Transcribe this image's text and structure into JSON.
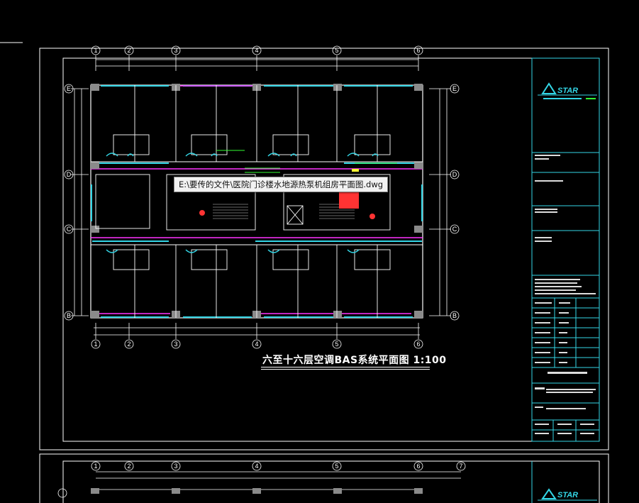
{
  "tooltip": {
    "path": "E:\\要传的文件\\医院门诊楼水地源热泵机组房平面图.dwg"
  },
  "drawing": {
    "title": "六至十六层空调BAS系统平面图 1:100",
    "logo": "STAR"
  },
  "grid_top": [
    "1",
    "2",
    "3",
    "4",
    "5",
    "6"
  ],
  "grid_bottom": [
    "1",
    "2",
    "3",
    "4",
    "5",
    "6"
  ],
  "grid_rows": [
    "E",
    "D",
    "C",
    "B"
  ],
  "second_sheet_grid": [
    "1",
    "2",
    "3",
    "4",
    "5",
    "6",
    "7"
  ],
  "colors": {
    "background": "#000000",
    "frame": "#ffffff",
    "cyan": "#33d6e6",
    "magenta": "#ff33ff",
    "green": "#33ff33",
    "red": "#ff3333",
    "grey": "#8a8a8a"
  }
}
